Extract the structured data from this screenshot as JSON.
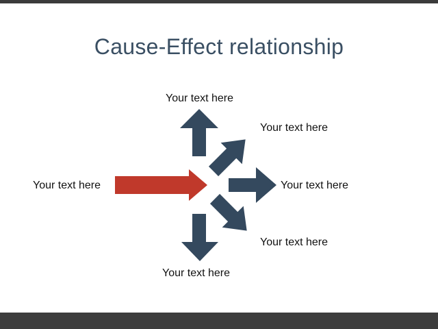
{
  "title": "Cause-Effect relationship",
  "cause": {
    "label": "Your text here"
  },
  "effects": [
    {
      "label": "Your text here"
    },
    {
      "label": "Your text here"
    },
    {
      "label": "Your text here"
    },
    {
      "label": "Your text here"
    },
    {
      "label": "Your text here"
    }
  ],
  "colors": {
    "title": "#3a4f63",
    "cause_arrow": "#c0392b",
    "effect_arrow": "#34495e",
    "top_bar": "#3b3b3b",
    "bottom_bar": "#3d3d3d"
  }
}
